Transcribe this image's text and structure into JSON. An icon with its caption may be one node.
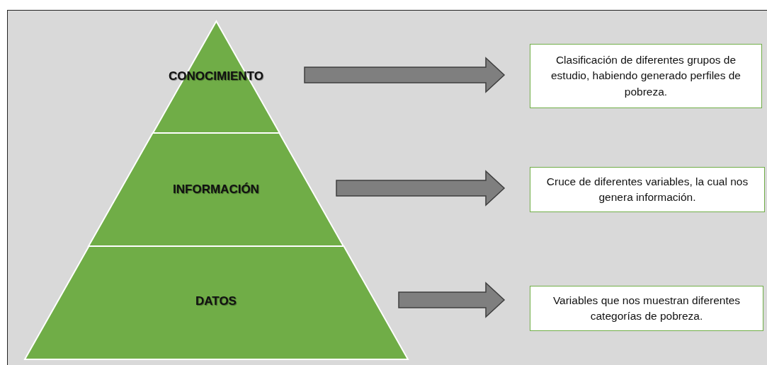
{
  "diagram": {
    "nodes": [
      {
        "text": [
          "CONOCIMIENTO"
        ]
      },
      {
        "text": [
          "INFORMACIÓN"
        ]
      },
      {
        "text": [
          "DATOS"
        ]
      },
      {
        "text": [
          "Clasificación de diferentes grupos de estudio, habiendo generado perfiles de pobreza."
        ]
      },
      {
        "text": [
          "Cruce de diferentes variables, la cual nos genera información."
        ]
      },
      {
        "text": [
          "Variables que nos muestran diferentes categorías de pobreza."
        ]
      }
    ],
    "edges": [
      {
        "from": 0,
        "to": 3,
        "arrow": "to"
      },
      {
        "from": 1,
        "to": 4,
        "arrow": "to"
      },
      {
        "from": 2,
        "to": 5,
        "arrow": "to"
      }
    ]
  }
}
